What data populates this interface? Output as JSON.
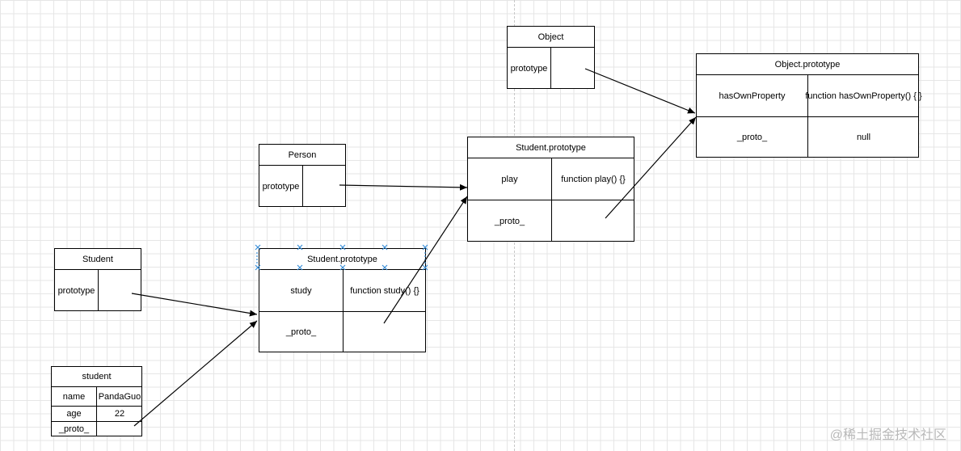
{
  "boxes": {
    "object": {
      "title": "Object",
      "rows": [
        [
          "prototype",
          ""
        ]
      ]
    },
    "object_prototype": {
      "title": "Object.prototype",
      "rows": [
        [
          "hasOwnProperty",
          "function hasOwnProperty() { }"
        ],
        [
          "_proto_",
          "null"
        ]
      ]
    },
    "person": {
      "title": "Person",
      "rows": [
        [
          "prototype",
          ""
        ]
      ]
    },
    "student_prototype_top": {
      "title": "Student.prototype",
      "rows": [
        [
          "play",
          "function play() {}"
        ],
        [
          "_proto_",
          ""
        ]
      ]
    },
    "student_ctor": {
      "title": "Student",
      "rows": [
        [
          "prototype",
          ""
        ]
      ]
    },
    "student_prototype": {
      "title": "Student.prototype",
      "rows": [
        [
          "study",
          "function study() {}"
        ],
        [
          "_proto_",
          ""
        ]
      ]
    },
    "student_instance": {
      "title": "student",
      "rows": [
        [
          "name",
          "PandaGuo"
        ],
        [
          "age",
          "22"
        ],
        [
          "_proto_",
          ""
        ]
      ]
    }
  },
  "watermark": "@稀土掘金技术社区",
  "colors": {
    "line": "#000000",
    "grid": "#e6e6e6",
    "selection": "#3a8fd8"
  }
}
